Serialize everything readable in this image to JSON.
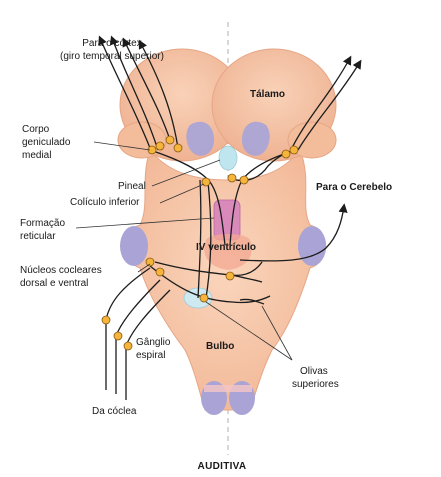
{
  "labels": {
    "para_cortex_1": "Para o córtex",
    "para_cortex_2": "(giro temporal superior)",
    "corpo_1": "Corpo",
    "corpo_2": "geniculado",
    "corpo_3": "medial",
    "pineal": "Pineal",
    "coliculo": "Colículo inferior",
    "formacao_1": "Formação",
    "formacao_2": "reticular",
    "nucleos_1": "Núcleos cocleares",
    "nucleos_2": "dorsal e ventral",
    "ganglio_1": "Gânglio",
    "ganglio_2": "espiral",
    "da_coclea": "Da cóclea",
    "talamo": "Tálamo",
    "para_cerebelo": "Para o Cerebelo",
    "iv_ventriculo": "IV ventrículo",
    "bulbo": "Bulbo",
    "olivas_1": "Olivas",
    "olivas_2": "superiores",
    "auditiva": "AUDITIVA"
  },
  "colors": {
    "tissue": "#f7c7a8",
    "tissue_edge": "#e7a889",
    "thalamus": "#f4bfa0",
    "purple": "#a9a3d4",
    "cyan": "#bfe7ef",
    "magenta": "#d987b8",
    "nucleus": "#f5b43c"
  }
}
